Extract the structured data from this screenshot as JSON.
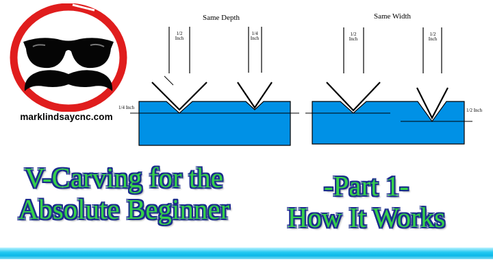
{
  "logo": {
    "site_url": "marklindsaycnc.com"
  },
  "diagram": {
    "left_panel": {
      "title": "Same Depth",
      "bit1": {
        "width_label": "1/2\nInch"
      },
      "bit2": {
        "width_label": "1/4\nInch"
      },
      "depth_label": "1/4 Inch"
    },
    "right_panel": {
      "title": "Same Width",
      "bit1": {
        "width_label": "1/2\nInch"
      },
      "bit2": {
        "width_label": "1/2\nInch"
      },
      "depth_label": "1/2 Inch"
    },
    "colors": {
      "material": "#0091e6",
      "outline": "#000000"
    }
  },
  "titles": {
    "left_line1": "V-Carving for the",
    "left_line2": "Absolute Beginner",
    "right_line1": "-Part 1-",
    "right_line2": "How It Works",
    "fill_color": "#36d14a",
    "outline_color": "#1b2d8c"
  },
  "footer": {
    "bar_color": "#0cb8e8"
  }
}
